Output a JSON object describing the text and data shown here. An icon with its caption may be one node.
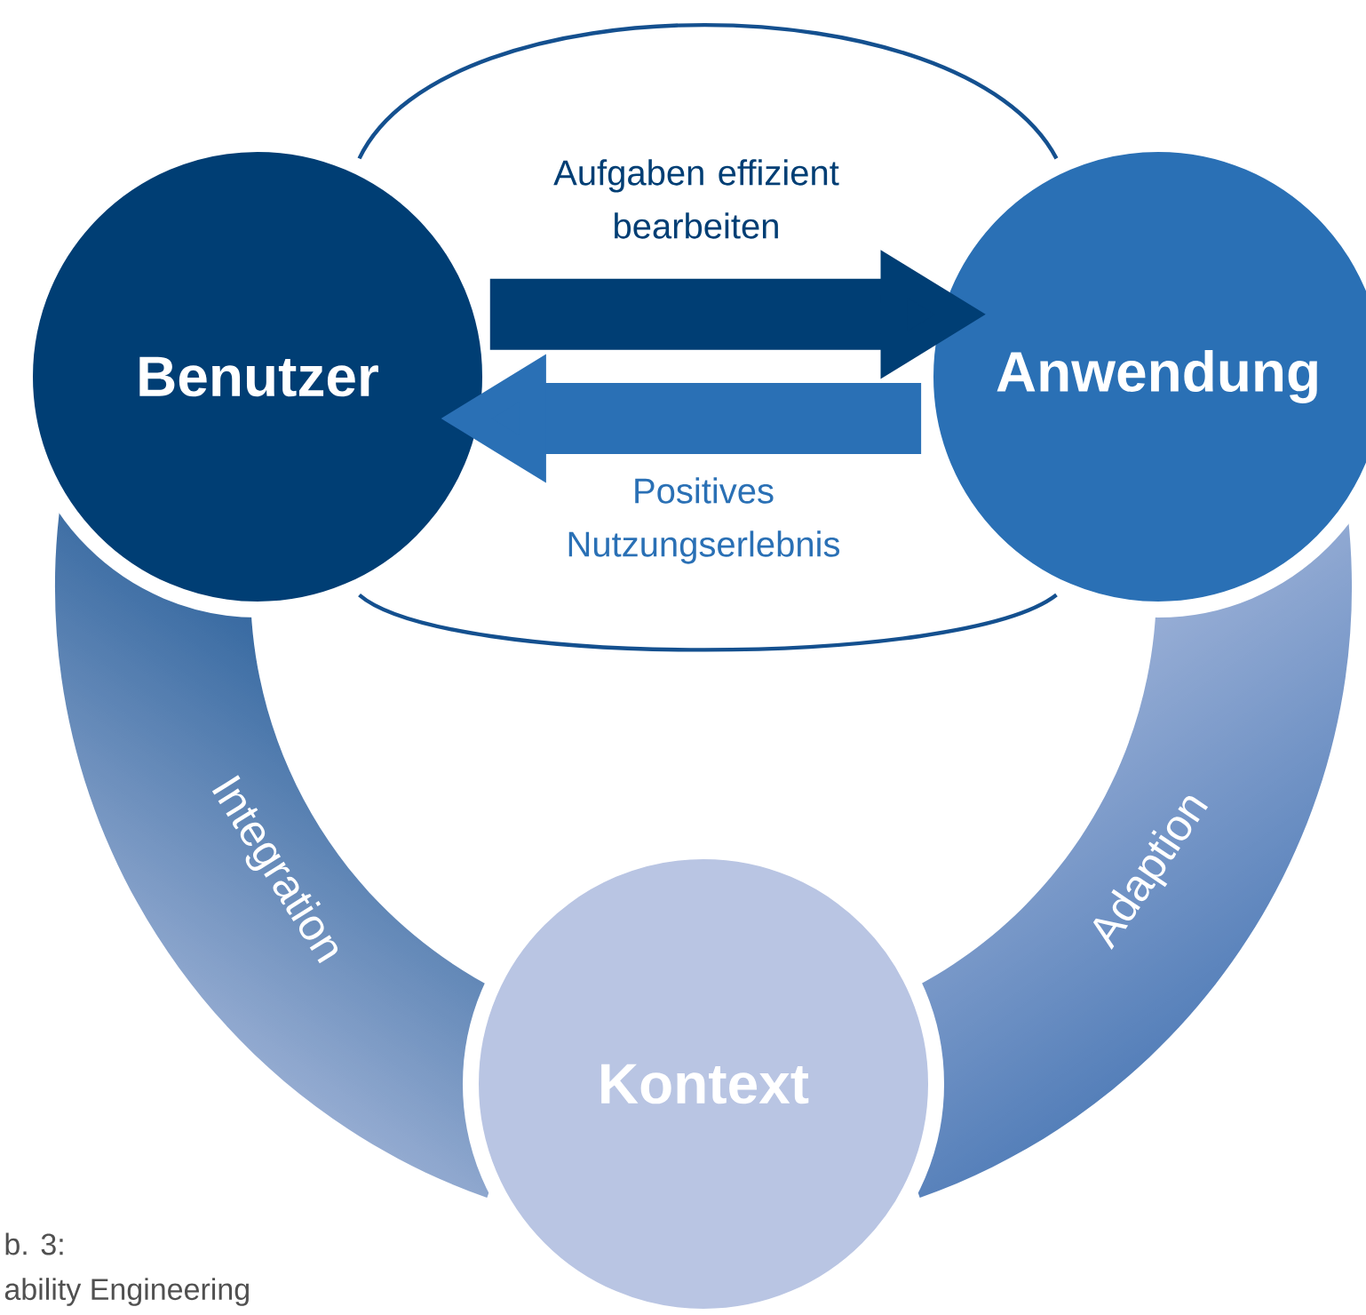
{
  "diagram": {
    "nodes": [
      {
        "text": [
          "Benutzer"
        ]
      },
      {
        "text": [
          "Anwendung"
        ]
      },
      {
        "text": [
          "Integration"
        ]
      },
      {
        "text": [
          "Adaption"
        ]
      },
      {
        "text": [
          "Kontext"
        ]
      }
    ],
    "edges": [
      {
        "from": 0,
        "to": 1,
        "arrow": "to",
        "label": "Aufgaben effizient bearbeiten",
        "style": "thick",
        "color": "#003e74"
      },
      {
        "from": 1,
        "to": 0,
        "arrow": "to",
        "label": "Positives Nutzungserlebnis",
        "style": "thick",
        "color": "#2a70b5"
      },
      {
        "from": 0,
        "to": 1,
        "arrow": "none",
        "color": "#14508f"
      },
      {
        "from": 0,
        "to": 1,
        "arrow": "none",
        "color": "#14508f"
      }
    ],
    "labels": [
      "b. 3:",
      "ability Engineering"
    ]
  }
}
